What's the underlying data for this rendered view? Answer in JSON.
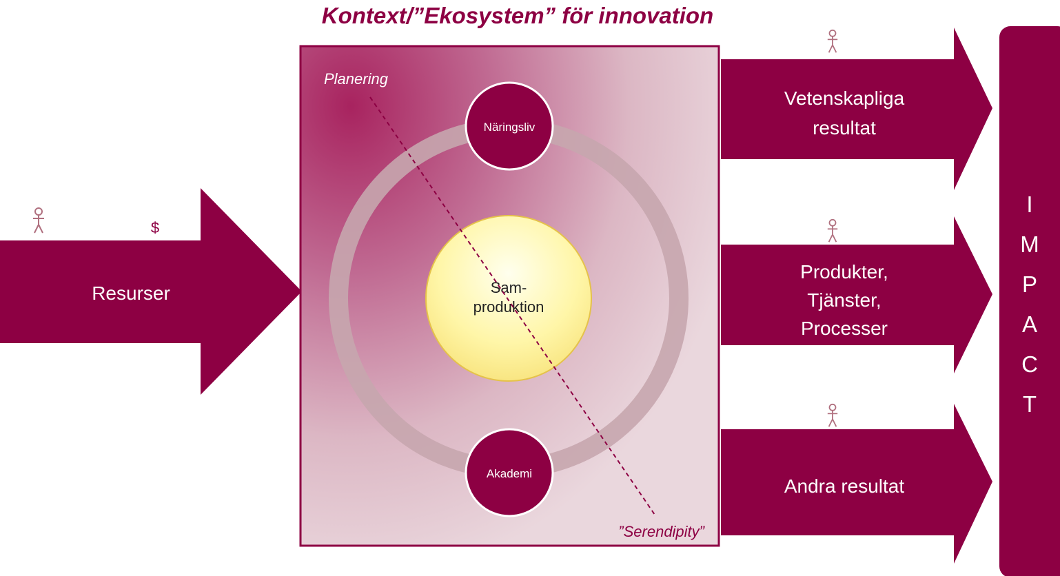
{
  "title": "Kontext/”Ekosystem” för innovation",
  "colors": {
    "primary": "#8d0043",
    "panel_light": "#e6cdd4",
    "panel_dark": "#b03a6f",
    "ring": "#c8a8b0",
    "center_fill": "#fff3a0",
    "center_stroke": "#e5c24a",
    "person_icon": "#b0707f"
  },
  "input": {
    "label": "Resurser",
    "icons": [
      "person-icon",
      "dollar-icon"
    ],
    "dollar_symbol": "$"
  },
  "context": {
    "planning_label": "Planering",
    "serendipity_label": "”Serendipity”",
    "top_node": "Näringsliv",
    "bottom_node": "Akademi",
    "center_node": [
      "Sam-",
      "produktion"
    ]
  },
  "outputs": [
    {
      "lines": [
        "Vetenskapliga",
        "resultat"
      ],
      "icon": "person-icon"
    },
    {
      "lines": [
        "Produkter,",
        "Tjänster,",
        "Processer"
      ],
      "icon": "person-icon"
    },
    {
      "lines": [
        "Andra resultat"
      ],
      "icon": "person-icon"
    }
  ],
  "impact": {
    "letters": [
      "I",
      "M",
      "P",
      "A",
      "C",
      "T"
    ]
  }
}
